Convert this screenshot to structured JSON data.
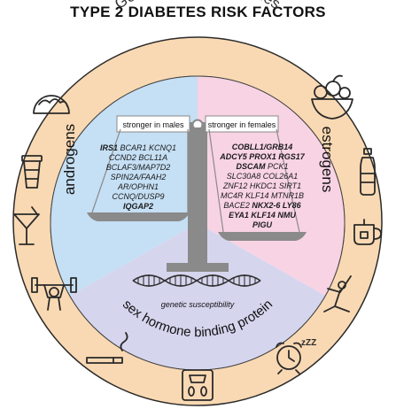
{
  "title": "TYPE 2 DIABETES RISK FACTORS",
  "outer_ring_label": "Gender-specific lifestyles",
  "bottom_ring_label": "sex hormone binding protein",
  "left_sector_label": "androgens",
  "right_sector_label": "estrogens",
  "bottom_sector_label": "genetic susceptibility",
  "scale_left_label": "stronger in males",
  "scale_right_label": "stronger in females",
  "male_genes": [
    [
      {
        "t": "IRS1",
        "b": true
      },
      {
        "t": " BCAR1 KCNQ1",
        "b": false
      }
    ],
    [
      {
        "t": "CCND2 BCL11A",
        "b": false
      }
    ],
    [
      {
        "t": "BCLAF3/MAP7D2",
        "b": false
      }
    ],
    [
      {
        "t": "SPIN2A/FAAH2",
        "b": false
      }
    ],
    [
      {
        "t": "AR/OPHN1",
        "b": false
      }
    ],
    [
      {
        "t": "CCNQ/DUSP9",
        "b": false
      }
    ],
    [
      {
        "t": "IQGAP2",
        "b": true
      }
    ]
  ],
  "female_genes": [
    [
      {
        "t": "COBLL1/GRB14",
        "b": true
      }
    ],
    [
      {
        "t": "ADCY5 PROX1 RGS17",
        "b": true
      }
    ],
    [
      {
        "t": "DSCAM",
        "b": true
      },
      {
        "t": " PCK1",
        "b": false
      }
    ],
    [
      {
        "t": "SLC30A8 COL26A1",
        "b": false
      }
    ],
    [
      {
        "t": "ZNF12 HKDC1 SIRT1",
        "b": false
      }
    ],
    [
      {
        "t": "MC4R KLF14 MTNR1B",
        "b": false
      }
    ],
    [
      {
        "t": "BACE2 ",
        "b": false
      },
      {
        "t": "NKX2-6 LY86",
        "b": true
      }
    ],
    [
      {
        "t": "EYA1 KLF14 NMU",
        "b": true
      }
    ],
    [
      {
        "t": "PIGU",
        "b": true
      }
    ]
  ],
  "colors": {
    "outer_ring": "#f9d9b3",
    "male_sector": "#c5dff4",
    "female_sector": "#f8d3e4",
    "bottom_sector": "#d6d5ee",
    "scale": "#8a8a8a",
    "text": "#1a1a1a"
  },
  "icons": [
    "taco-icon",
    "fruit-bowl-icon",
    "coffee-cup-icon",
    "water-bottle-icon",
    "cocktail-icon",
    "tea-cup-icon",
    "weightlifter-icon",
    "yoga-icon",
    "cigarette-icon",
    "alarm-clock-sleep-icon",
    "weight-scale-icon",
    "dna-icon"
  ]
}
